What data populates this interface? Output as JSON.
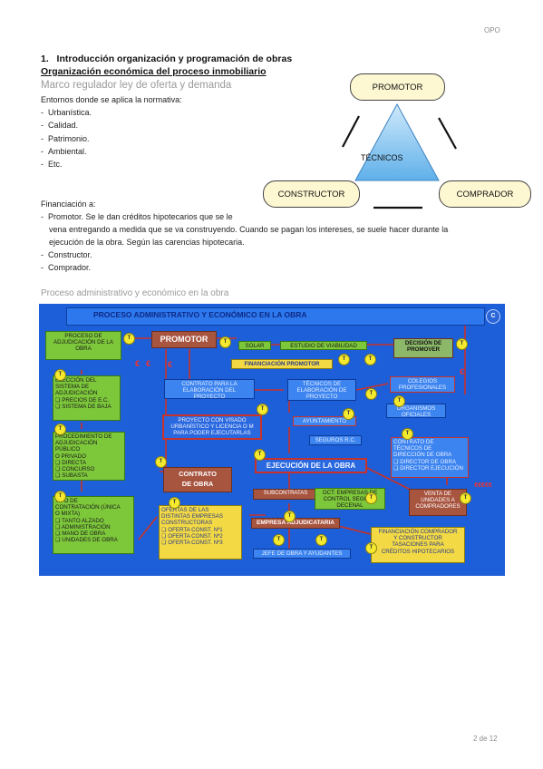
{
  "header": {
    "label": "OPO"
  },
  "section_number": "1.",
  "section_title": "Introducción organización y programación de obras",
  "subtitle": "Organización económica del proceso inmobiliario",
  "subsubtitle": "Marco regulador ley de oferta y demanda",
  "intro": "Entornos donde se aplica la normativa:",
  "normativa_items": [
    "Urbanística.",
    "Calidad.",
    "Patrimonio.",
    "Ambiental.",
    "Etc."
  ],
  "diagram": {
    "top": "PROMOTOR",
    "center": "TÉCNICOS",
    "left": "CONSTRUCTOR",
    "right": "COMPRADOR"
  },
  "financiacion": {
    "label": "Financiación a:",
    "items": [
      "Promotor. Se le dan créditos hipotecarios que se le",
      "Constructor.",
      "Comprador."
    ],
    "continuation_1": "vena entregando a medida que se va construyendo. Cuando se pagan los intereses, se suele hacer durante la",
    "continuation_2": "ejecución de la obra. Según las carencias hipotecaria."
  },
  "section2_title": "Proceso administrativo y económico en la obra",
  "slide": {
    "title": "PROCESO ADMINISTRATIVO Y ECONÓMICO EN LA OBRA",
    "circle_label": "C",
    "boxes": {
      "proceso_adj": "PROCESO DE\nADJUDICACIÓN DE LA\nOBRA",
      "promotor": "PROMOTOR",
      "solar": "SOLAR",
      "estudio": "ESTUDIO DE VIABILIDAD",
      "decision": "DECISIÓN DE\nPROMOVER",
      "fin_promotor": "FINANCIACIÓN PROMOTOR",
      "eleccion": "ELECCIÓN DEL\nSISTEMA DE\nADJUDICACIÓN\n❑ PRECIOS DE E.C.\n❑ SISTEMA DE BAJA",
      "contrato_proy": "CONTRATO PARA LA\nELABORACIÓN DEL PROYECTO",
      "tecnicos_elab": "TÉCNICOS DE\nELABORACIÓN DE\nPROYECTO",
      "colegios": "COLEGIOS\nPROFESIONALES",
      "organismos": "ORGANISMOS\nOFICIALES",
      "proyecto_visado": "PROYECTO CON VISADO\nURBANÍSTICO Y LICENCIA O M\nPARA PODER EJECUTARLAS",
      "ayuntamiento": "AYUNTAMIENTO",
      "procedimiento": "PROCEDIMIENTO DE\nADJUDICACIÓN PÚBLICO\nO PRIVADO\n❑ DIRECTA\n❑ CONCURSO\n❑ SUBASTA",
      "seguros": "SEGUROS R.C.",
      "contrato_tecnicos": "CONTRATO DE\nTÉCNICOS DE\nDIRECCIÓN DE OBRA\n❑ DIRECTOR DE OBRA\n❑ DIRECTOR EJECUCIÓN",
      "ejecucion": "EJECUCIÓN DE LA OBRA",
      "contrato_obra": "CONTRATO\nDE OBRA",
      "tipo_contratacion": "TIPO DE\nCONTRATACIÓN (ÚNICA\nO MIXTA)\n❑ TANTO ALZADO\n❑ ADMINISTRACIÓN\n❑ MANO DE OBRA\n❑ UNIDADES DE OBRA",
      "ofertas": "OFERTAS DE LAS\nDISTINTAS EMPRESAS\nCONSTRUCTORAS\n❑ OFERTA CONST. Nº1\n❑ OFERTA CONST. Nº2\n❑ OFERTA CONST. Nº3",
      "subcontratas": "SUBCONTRATAS",
      "oct": "OCT: EMPRESAS DE\nCONTROL SEGURO\nDECENAL",
      "venta": "VENTA DE\nUNIDADES A\nCOMPRADORES",
      "empresa": "EMPRESA ADJUDICATARIA",
      "fin_comprador": "FINANCIACIÓN COMPRADOR\nY CONSTRUCTOR\nTASACIONES PARA\nCRÉDITOS HIPOTECARIOS",
      "jefe_obra": "JEFE DE OBRA Y AYUDANTES",
      "euros": "€€€€€"
    },
    "marker": "T",
    "euro": "€"
  },
  "footer": {
    "page": "2 de 12"
  }
}
